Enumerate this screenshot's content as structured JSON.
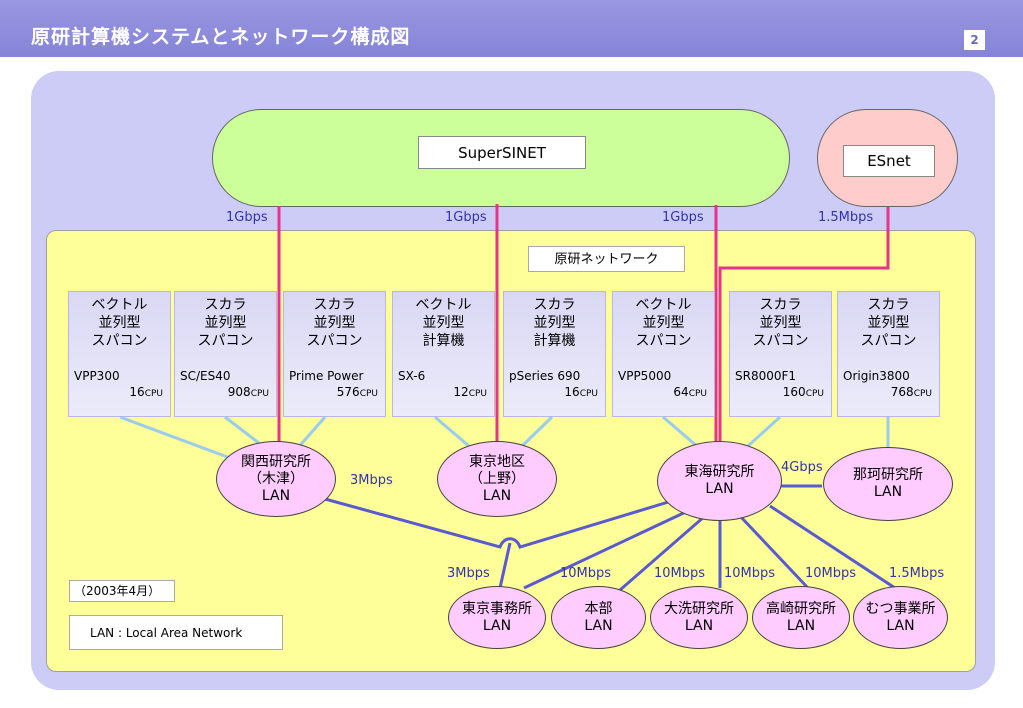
{
  "header": {
    "title": "原研計算機システムとネットワーク構成図",
    "page_number": "2"
  },
  "networks": {
    "supersinet": "SuperSINET",
    "esnet": "ESnet",
    "jaeri_network": "原研ネットワーク"
  },
  "uplink_speeds": [
    "1Gbps",
    "1Gbps",
    "1Gbps",
    "1.5Mbps"
  ],
  "computers": [
    {
      "type": "ベクトル\n並列型\nスパコン",
      "model": "VPP300",
      "cpu": "16",
      "unit": "CPU"
    },
    {
      "type": "スカラ\n並列型\nスパコン",
      "model": "SC/ES40",
      "cpu": "908",
      "unit": "CPU"
    },
    {
      "type": "スカラ\n並列型\nスパコン",
      "model": "Prime Power",
      "cpu": "576",
      "unit": "CPU"
    },
    {
      "type": "ベクトル\n並列型\n計算機",
      "model": "SX-6",
      "cpu": "12",
      "unit": "CPU"
    },
    {
      "type": "スカラ\n並列型\n計算機",
      "model": "pSeries 690",
      "cpu": "16",
      "unit": "CPU"
    },
    {
      "type": "ベクトル\n並列型\nスパコン",
      "model": "VPP5000",
      "cpu": "64",
      "unit": "CPU"
    },
    {
      "type": "スカラ\n並列型\nスパコン",
      "model": "SR8000F1",
      "cpu": "160",
      "unit": "CPU"
    },
    {
      "type": "スカラ\n並列型\nスパコン",
      "model": "Origin3800",
      "cpu": "768",
      "unit": "CPU"
    }
  ],
  "lans": {
    "kansai": "関西研究所\n（木津）\nLAN",
    "tokyo_area": "東京地区\n（上野）\nLAN",
    "tokai": "東海研究所\nLAN",
    "naka": "那珂研究所\nLAN",
    "tokyo_office": "東京事務所\nLAN",
    "honbu": "本部\nLAN",
    "oarai": "大洗研究所\nLAN",
    "takasaki": "高崎研究所\nLAN",
    "mutsu": "むつ事業所\nLAN"
  },
  "link_speeds": {
    "kansai_tokai": "3Mbps",
    "tokai_naka": "4Gbps",
    "tokyo_office": "3Mbps",
    "honbu": "10Mbps",
    "oarai": "10Mbps",
    "takasaki_a": "10Mbps",
    "takasaki_b": "10Mbps",
    "mutsu": "1.5Mbps"
  },
  "notes": {
    "date": "（2003年4月）",
    "legend": "LAN :  Local Area Network"
  },
  "colors": {
    "uplink": "#e8338c",
    "lan_link": "#5a5ad0",
    "computer_link": "#99ccee",
    "speed_text": "#3333aa"
  }
}
